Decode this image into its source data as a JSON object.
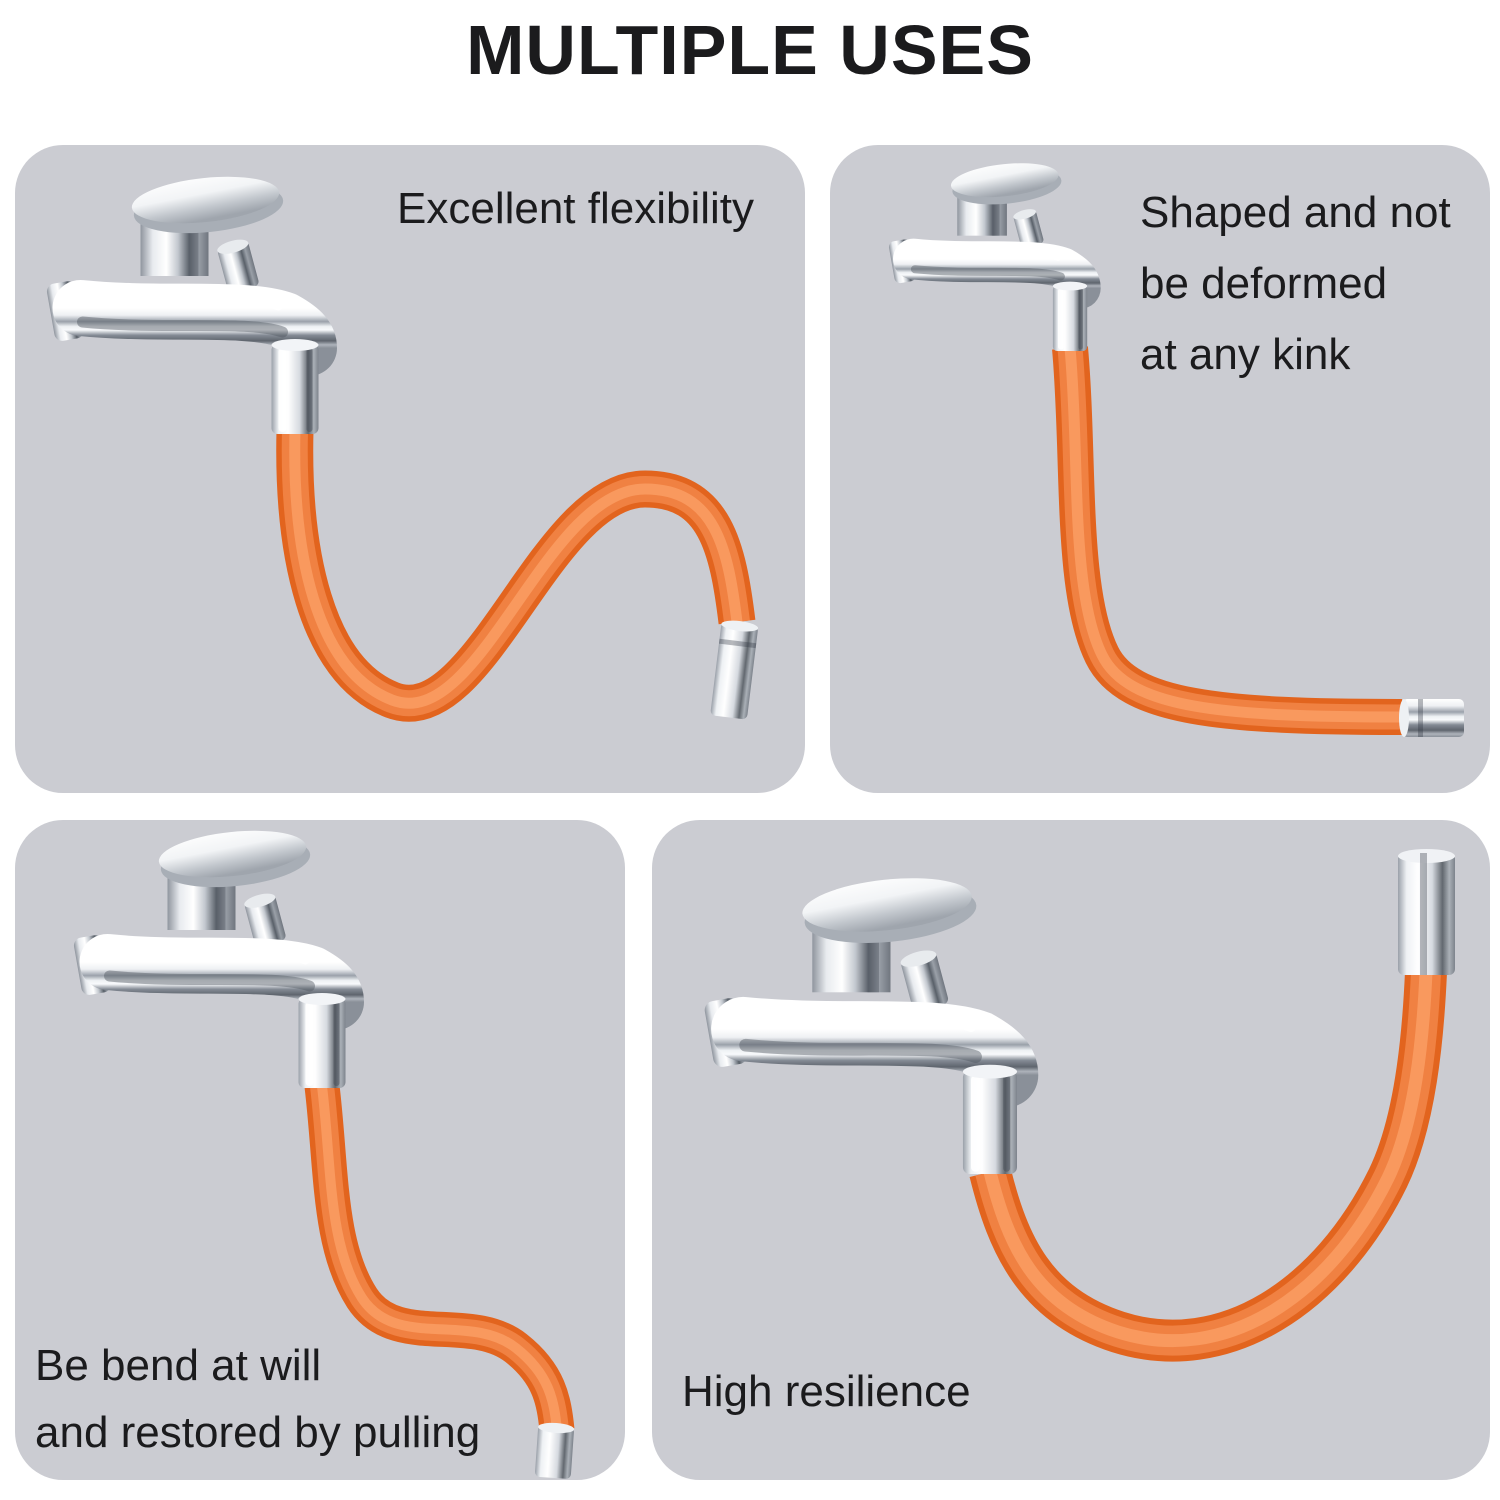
{
  "title": "MULTIPLE USES",
  "panels": {
    "top_left": {
      "lines": [
        "Excellent flexibility"
      ]
    },
    "top_right": {
      "lines": [
        "Shaped and not",
        "be deformed",
        "at any kink"
      ]
    },
    "bottom_left": {
      "lines": [
        "Be bend at will",
        "and restored by pulling"
      ]
    },
    "bottom_right": {
      "lines": [
        "High resilience"
      ]
    }
  },
  "colors": {
    "page_bg": "#ffffff",
    "panel_bg": "#cbccd2",
    "text": "#1b1b1d",
    "hose_edge": "#e2641e",
    "hose_orange": "#f08142",
    "hose_highlight": "#f9995e"
  }
}
